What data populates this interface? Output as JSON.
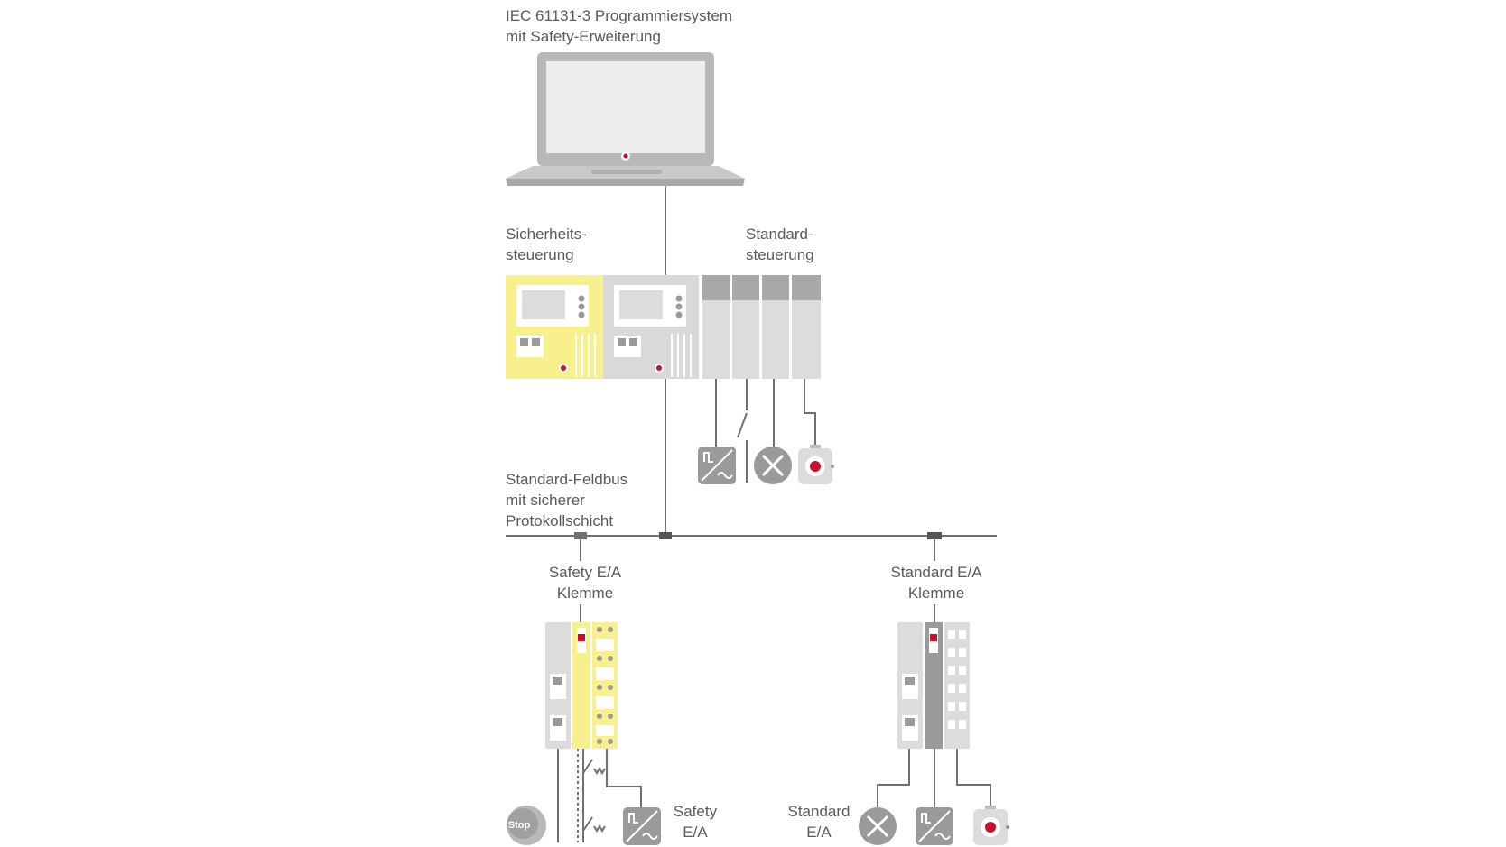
{
  "labels": {
    "laptop": "IEC 61131-3 Programmiersystem\nmit Safety-Erweiterung",
    "safety_controller": "Sicherheits-\nsteuerung",
    "standard_controller": "Standard-\nsteuerung",
    "fieldbus": "Standard-Feldbus\nmit sicherer\nProtokollschicht",
    "safety_terminal": "Safety E/A\nKlemme",
    "standard_terminal": "Standard E/A\nKlemme",
    "safety_io": "Safety\nE/A",
    "standard_io": "Standard\nE/A",
    "stop_button": "Stop"
  },
  "colors": {
    "safety_yellow": "#f7f08c",
    "module_grey": "#d9d9d9",
    "dark_grey": "#9a9a9a",
    "line_grey": "#707070",
    "accent_red": "#c8102e"
  }
}
